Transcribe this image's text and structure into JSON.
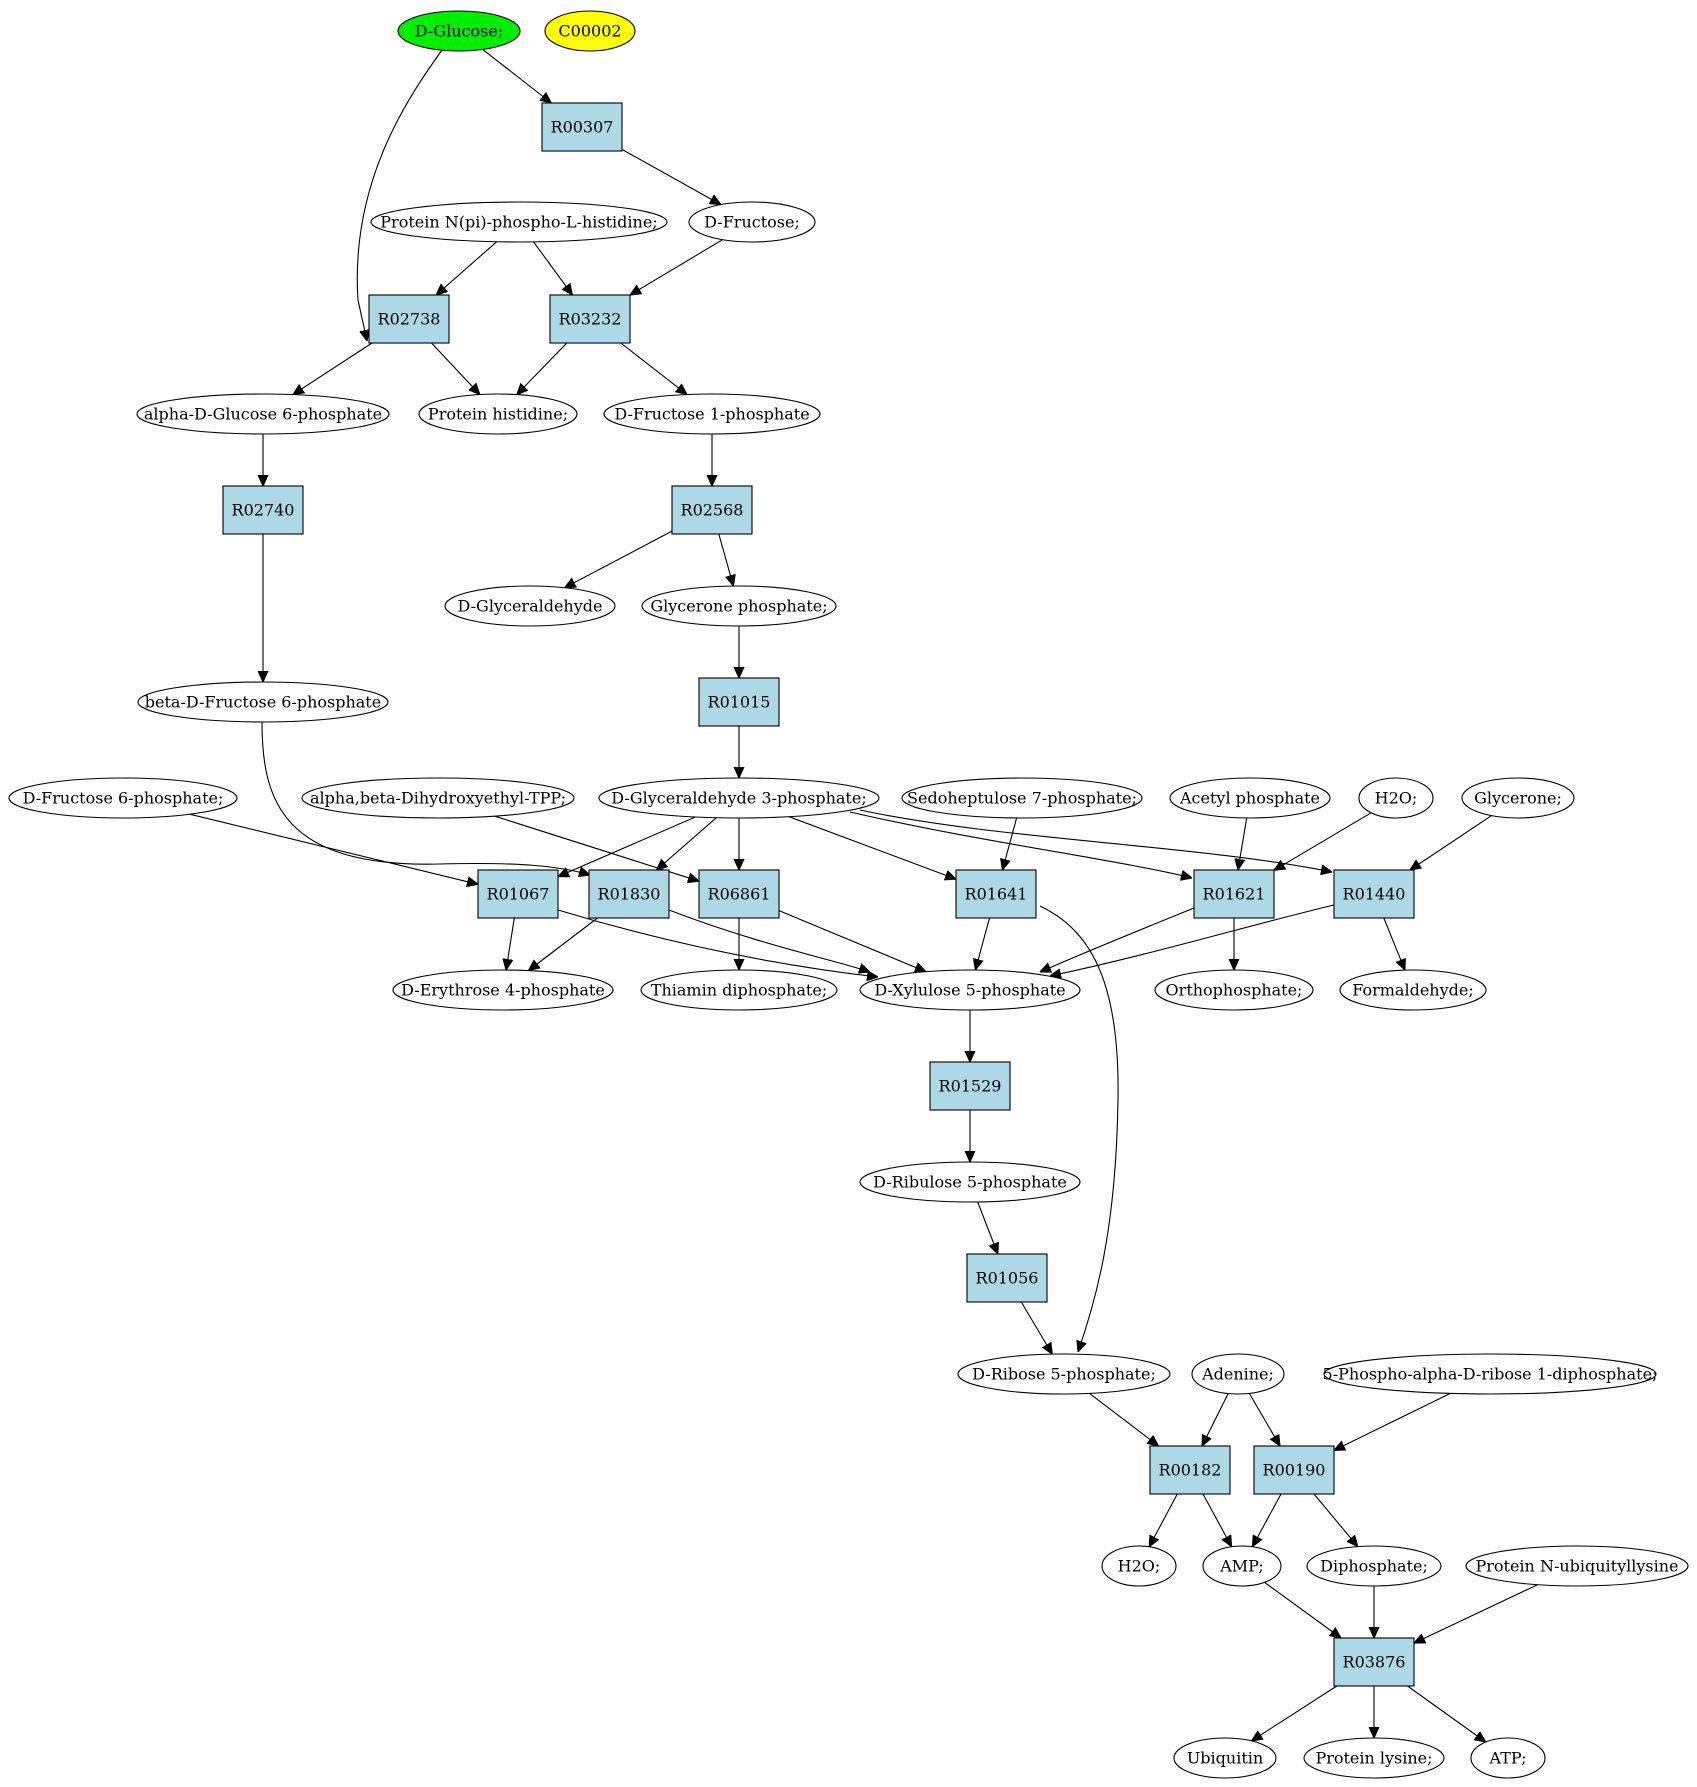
{
  "diagram": {
    "compounds": [
      {
        "id": "glucose",
        "label": "D-Glucose;",
        "highlight": "start"
      },
      {
        "id": "c00002",
        "label": "C00002",
        "highlight": "query"
      },
      {
        "id": "fructose",
        "label": "D-Fructose;"
      },
      {
        "id": "phis",
        "label": "Protein N(pi)-phospho-L-histidine;"
      },
      {
        "id": "ag6p",
        "label": "alpha-D-Glucose 6-phosphate"
      },
      {
        "id": "phist",
        "label": "Protein histidine;"
      },
      {
        "id": "f1p",
        "label": "D-Fructose 1-phosphate"
      },
      {
        "id": "dglyc",
        "label": "D-Glyceraldehyde"
      },
      {
        "id": "glyp",
        "label": "Glycerone phosphate;"
      },
      {
        "id": "bf6p",
        "label": "beta-D-Fructose 6-phosphate"
      },
      {
        "id": "f6p",
        "label": "D-Fructose 6-phosphate;"
      },
      {
        "id": "tpp",
        "label": "alpha,beta-Dihydroxyethyl-TPP;"
      },
      {
        "id": "g3p",
        "label": "D-Glyceraldehyde 3-phosphate;"
      },
      {
        "id": "s7p",
        "label": "Sedoheptulose 7-phosphate;"
      },
      {
        "id": "acp",
        "label": "Acetyl phosphate"
      },
      {
        "id": "h2o_a",
        "label": "H2O;"
      },
      {
        "id": "glycerone",
        "label": "Glycerone;"
      },
      {
        "id": "e4p",
        "label": "D-Erythrose 4-phosphate"
      },
      {
        "id": "thdp",
        "label": "Thiamin diphosphate;"
      },
      {
        "id": "x5p",
        "label": "D-Xylulose 5-phosphate"
      },
      {
        "id": "ortho",
        "label": "Orthophosphate;"
      },
      {
        "id": "formald",
        "label": "Formaldehyde;"
      },
      {
        "id": "ru5p",
        "label": "D-Ribulose 5-phosphate"
      },
      {
        "id": "r5p",
        "label": "D-Ribose 5-phosphate;"
      },
      {
        "id": "adenine",
        "label": "Adenine;"
      },
      {
        "id": "prpp",
        "label": "5-Phospho-alpha-D-ribose 1-diphosphate;"
      },
      {
        "id": "h2o_b",
        "label": "H2O;"
      },
      {
        "id": "amp",
        "label": "AMP;"
      },
      {
        "id": "dipho",
        "label": "Diphosphate;"
      },
      {
        "id": "publ",
        "label": "Protein N-ubiquityllysine"
      },
      {
        "id": "ubiq",
        "label": "Ubiquitin"
      },
      {
        "id": "plys",
        "label": "Protein lysine;"
      },
      {
        "id": "atp",
        "label": "ATP;"
      }
    ],
    "reactions": [
      {
        "id": "R00307",
        "label": "R00307"
      },
      {
        "id": "R02738",
        "label": "R02738"
      },
      {
        "id": "R03232",
        "label": "R03232"
      },
      {
        "id": "R02740",
        "label": "R02740"
      },
      {
        "id": "R02568",
        "label": "R02568"
      },
      {
        "id": "R01015",
        "label": "R01015"
      },
      {
        "id": "R01067",
        "label": "R01067"
      },
      {
        "id": "R01830",
        "label": "R01830"
      },
      {
        "id": "R06861",
        "label": "R06861"
      },
      {
        "id": "R01641",
        "label": "R01641"
      },
      {
        "id": "R01621",
        "label": "R01621"
      },
      {
        "id": "R01440",
        "label": "R01440"
      },
      {
        "id": "R01529",
        "label": "R01529"
      },
      {
        "id": "R01056",
        "label": "R01056"
      },
      {
        "id": "R00182",
        "label": "R00182"
      },
      {
        "id": "R00190",
        "label": "R00190"
      },
      {
        "id": "R03876",
        "label": "R03876"
      }
    ],
    "edges": [
      [
        "glucose",
        "R00307"
      ],
      [
        "R00307",
        "fructose"
      ],
      [
        "glucose",
        "R02738"
      ],
      [
        "phis",
        "R02738"
      ],
      [
        "phis",
        "R03232"
      ],
      [
        "fructose",
        "R03232"
      ],
      [
        "R02738",
        "ag6p"
      ],
      [
        "R02738",
        "phist"
      ],
      [
        "R03232",
        "phist"
      ],
      [
        "R03232",
        "f1p"
      ],
      [
        "ag6p",
        "R02740"
      ],
      [
        "R02740",
        "bf6p"
      ],
      [
        "f1p",
        "R02568"
      ],
      [
        "R02568",
        "dglyc"
      ],
      [
        "R02568",
        "glyp"
      ],
      [
        "glyp",
        "R01015"
      ],
      [
        "R01015",
        "g3p"
      ],
      [
        "bf6p",
        "R01830"
      ],
      [
        "f6p",
        "R01067"
      ],
      [
        "tpp",
        "R06861"
      ],
      [
        "g3p",
        "R01067"
      ],
      [
        "g3p",
        "R01830"
      ],
      [
        "g3p",
        "R06861"
      ],
      [
        "g3p",
        "R01641"
      ],
      [
        "g3p",
        "R01621"
      ],
      [
        "g3p",
        "R01440"
      ],
      [
        "s7p",
        "R01641"
      ],
      [
        "acp",
        "R01621"
      ],
      [
        "h2o_a",
        "R01621"
      ],
      [
        "glycerone",
        "R01440"
      ],
      [
        "R01067",
        "e4p"
      ],
      [
        "R01067",
        "x5p"
      ],
      [
        "R01830",
        "e4p"
      ],
      [
        "R01830",
        "x5p"
      ],
      [
        "R06861",
        "thdp"
      ],
      [
        "R06861",
        "x5p"
      ],
      [
        "R01641",
        "x5p"
      ],
      [
        "R01641",
        "r5p"
      ],
      [
        "R01621",
        "x5p"
      ],
      [
        "R01621",
        "ortho"
      ],
      [
        "R01440",
        "x5p"
      ],
      [
        "R01440",
        "formald"
      ],
      [
        "x5p",
        "R01529"
      ],
      [
        "R01529",
        "ru5p"
      ],
      [
        "ru5p",
        "R01056"
      ],
      [
        "R01056",
        "r5p"
      ],
      [
        "r5p",
        "R00182"
      ],
      [
        "adenine",
        "R00182"
      ],
      [
        "adenine",
        "R00190"
      ],
      [
        "prpp",
        "R00190"
      ],
      [
        "R00182",
        "h2o_b"
      ],
      [
        "R00182",
        "amp"
      ],
      [
        "R00190",
        "amp"
      ],
      [
        "R00190",
        "dipho"
      ],
      [
        "amp",
        "R03876"
      ],
      [
        "dipho",
        "R03876"
      ],
      [
        "publ",
        "R03876"
      ],
      [
        "R03876",
        "ubiq"
      ],
      [
        "R03876",
        "plys"
      ],
      [
        "R03876",
        "atp"
      ]
    ]
  },
  "colors": {
    "start_node": "#00ee00",
    "query_node": "#ffff00",
    "reaction_node": "#add8e6",
    "compound_node": "#ffffff",
    "edge": "#000000"
  }
}
